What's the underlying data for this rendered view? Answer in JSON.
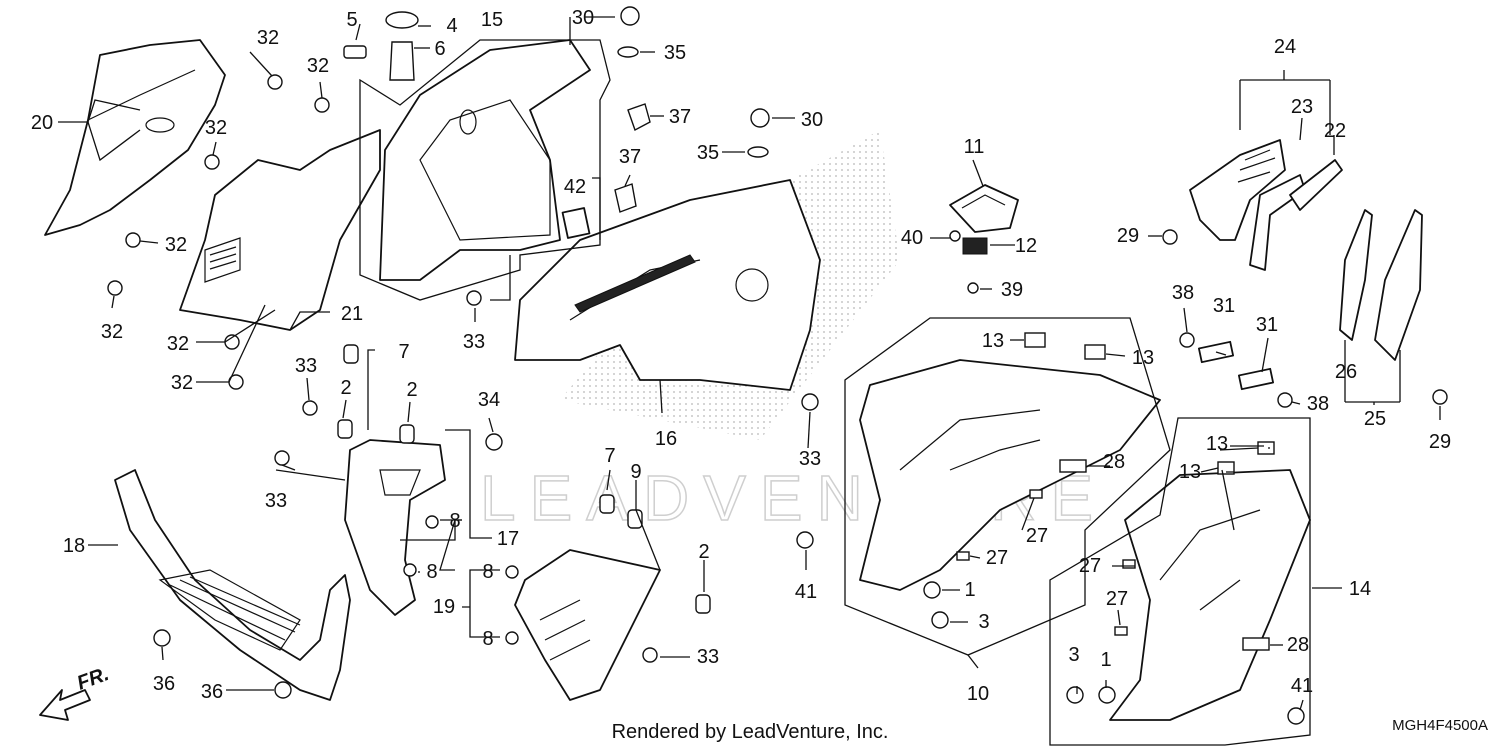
{
  "diagram": {
    "watermark": "LEADVENTURE",
    "footer_text": "Rendered by LeadVenture, Inc.",
    "drawing_code": "MGH4F4500A",
    "direction_label": "FR.",
    "callouts": {
      "c1": "1",
      "c2": "2",
      "c3": "3",
      "c4": "4",
      "c5": "5",
      "c6": "6",
      "c7": "7",
      "c8": "8",
      "c9": "9",
      "c10": "10",
      "c11": "11",
      "c12": "12",
      "c13": "13",
      "c14": "14",
      "c15": "15",
      "c16": "16",
      "c17": "17",
      "c18": "18",
      "c19": "19",
      "c20": "20",
      "c21": "21",
      "c22": "22",
      "c23": "23",
      "c24": "24",
      "c25": "25",
      "c26": "26",
      "c27": "27",
      "c28": "28",
      "c29": "29",
      "c30": "30",
      "c31": "31",
      "c32": "32",
      "c33": "33",
      "c34": "34",
      "c35": "35",
      "c36": "36",
      "c37": "37",
      "c38": "38",
      "c39": "39",
      "c40": "40",
      "c41": "41",
      "c42": "42"
    }
  }
}
